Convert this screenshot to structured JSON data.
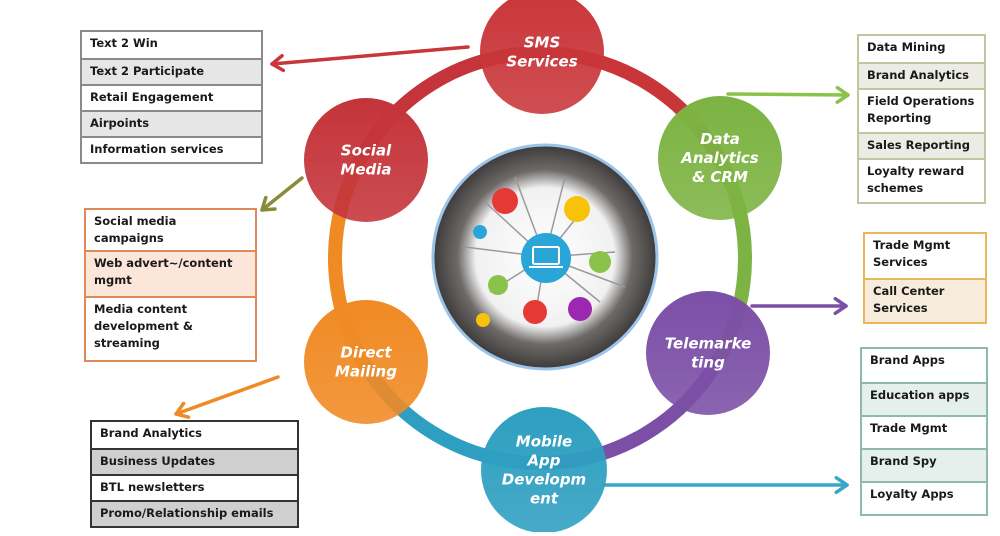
{
  "nodes": [
    {
      "id": "sms",
      "lines": [
        "SMS",
        "Services"
      ],
      "color": "#c9363a",
      "icon": "sms-node"
    },
    {
      "id": "data",
      "lines": [
        "Data",
        "Analytics",
        "& CRM"
      ],
      "color": "#7cb342",
      "icon": "data-node"
    },
    {
      "id": "tele",
      "lines": [
        "Telemarke",
        "ting"
      ],
      "color": "#7b4fa6",
      "icon": "tele-node"
    },
    {
      "id": "mobile",
      "lines": [
        "Mobile",
        "App",
        "Developm",
        "ent"
      ],
      "color": "#2e9fc0",
      "icon": "mobile-node"
    },
    {
      "id": "direct",
      "lines": [
        "Direct",
        "Mailing"
      ],
      "color": "#f08a24",
      "icon": "direct-node"
    },
    {
      "id": "social",
      "lines": [
        "Social",
        "Media"
      ],
      "color": "#c4343a",
      "icon": "social-node"
    }
  ],
  "boxes": {
    "sms": {
      "border": "#8a8a8a",
      "alt": "#e6e6e6",
      "rows": [
        "Text 2 Win",
        "Text 2 Participate",
        "Retail Engagement",
        "Airpoints",
        "Information services"
      ]
    },
    "social": {
      "border": "#e0895a",
      "alt": "#fbe6d9",
      "rows": [
        "Social media campaigns",
        "Web advert~/content mgmt",
        "Media content development & streaming"
      ]
    },
    "direct": {
      "border": "#333333",
      "alt": "#cfcfcf",
      "rows": [
        "Brand Analytics",
        "Business Updates",
        "BTL newsletters",
        "Promo/Relationship emails"
      ]
    },
    "data": {
      "border": "#bfc7a0",
      "alt": "#ecece4",
      "rows": [
        "Data Mining",
        "Brand Analytics",
        "Field Operations Reporting",
        "Sales Reporting",
        "Loyalty reward schemes"
      ]
    },
    "tele": {
      "border": "#e8b85a",
      "alt": "#f7ecdc",
      "rows": [
        "Trade Mgmt Services",
        "Call Center Services"
      ]
    },
    "mobile": {
      "border": "#8fb8ae",
      "alt": "#e5efec",
      "rows": [
        "Brand Apps",
        "Education apps",
        "Trade Mgmt",
        "Brand Spy",
        "Loyalty Apps"
      ]
    }
  },
  "center": {
    "icon": "connected-devices-hub-image",
    "ring_color": "#9cc3ea"
  }
}
